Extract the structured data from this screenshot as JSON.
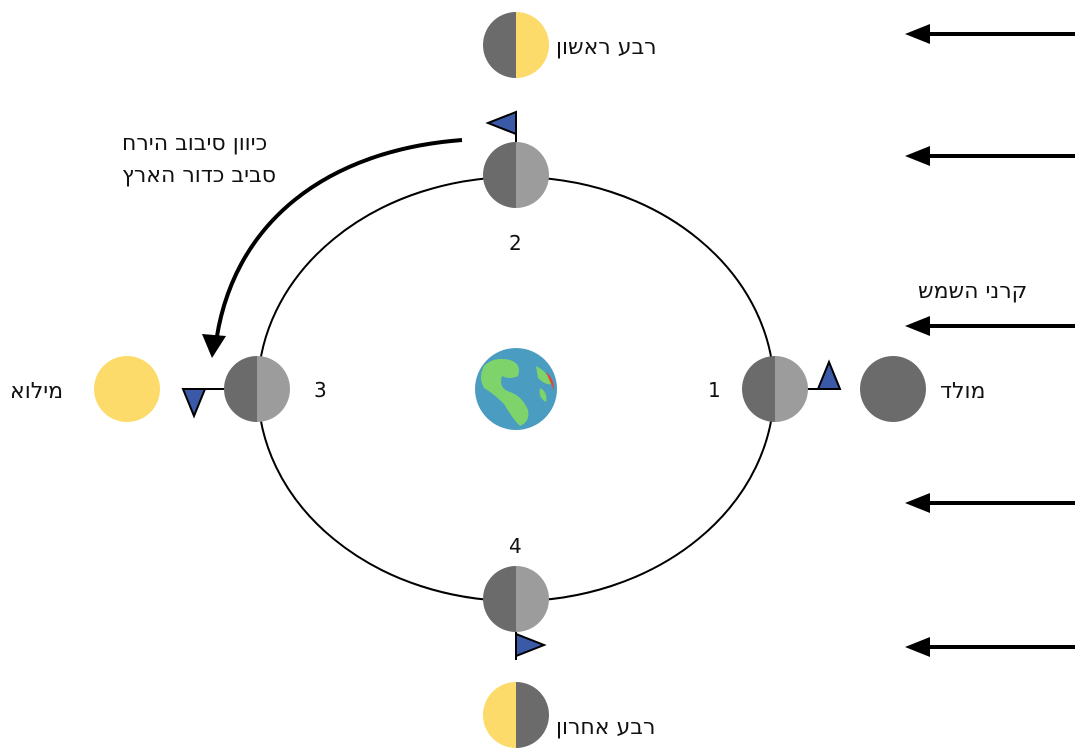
{
  "labels": {
    "first_quarter": "רבע ראשון",
    "last_quarter": "רבע אחרון",
    "new_moon": "מולד",
    "full_moon": "מילוא",
    "sun_rays": "קרני השמש",
    "rotation_line1": "כיוון סיבוב הירח",
    "rotation_line2": "סביב כדור הארץ"
  },
  "positions": [
    "1",
    "2",
    "3",
    "4"
  ],
  "colors": {
    "moon_dark": "#6b6b6b",
    "moon_light": "#9c9c9c",
    "sunlit": "#fcdb6a",
    "flag": "#3a5aa8",
    "ocean": "#4a9cc0",
    "land": "#7ed36a"
  }
}
